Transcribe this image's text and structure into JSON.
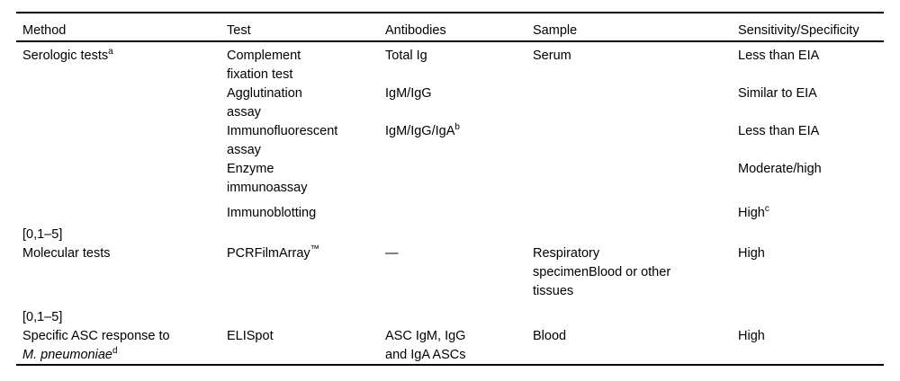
{
  "table": {
    "columns": [
      {
        "key": "method",
        "label": "Method"
      },
      {
        "key": "test",
        "label": "Test"
      },
      {
        "key": "antibodies",
        "label": "Antibodies"
      },
      {
        "key": "sample",
        "label": "Sample"
      },
      {
        "key": "sensitivity",
        "label": "Sensitivity/Specificity"
      }
    ],
    "rows": [
      {
        "method": "Serologic tests",
        "method_superscript": "a",
        "test": "Complement fixation test",
        "antibodies": "Total Ig",
        "antibodies_superscript": "",
        "sample": "Serum",
        "sensitivity": "Less than EIA",
        "sensitivity_superscript": ""
      },
      {
        "method": "",
        "method_superscript": "",
        "test": "Agglutination assay",
        "antibodies": "IgM/IgG",
        "antibodies_superscript": "",
        "sample": "",
        "sensitivity": "Similar to EIA",
        "sensitivity_superscript": ""
      },
      {
        "method": "",
        "method_superscript": "",
        "test": "Immunofluorescent assay",
        "antibodies": "IgM/IgG/IgA",
        "antibodies_superscript": "b",
        "sample": "",
        "sensitivity": "Less than EIA",
        "sensitivity_superscript": ""
      },
      {
        "method": "",
        "method_superscript": "",
        "test": "Enzyme immunoassay",
        "antibodies": "",
        "antibodies_superscript": "",
        "sample": "",
        "sensitivity": "Moderate/high",
        "sensitivity_superscript": ""
      },
      {
        "method": "",
        "method_superscript": "",
        "test": "Immunoblotting",
        "antibodies": "",
        "antibodies_superscript": "",
        "sample": "",
        "sensitivity": "High",
        "sensitivity_superscript": "c"
      },
      {
        "method": "Molecular tests",
        "method_superscript": "",
        "method_marker": "[0,1–5]",
        "test": "PCRFilmArray™",
        "antibodies": "—",
        "antibodies_superscript": "",
        "sample": "Respiratory specimenBlood or other tissues",
        "sensitivity": "High",
        "sensitivity_superscript": ""
      },
      {
        "method": "Specific ASC response to M. pneumoniae",
        "method_superscript": "d",
        "method_marker": "[0,1–5]",
        "method_italic_part": "M. pneumoniae",
        "method_plain_part": "Specific ASC response to",
        "test": "ELISpot",
        "antibodies": "ASC IgM, IgG and IgA ASCs",
        "antibodies_superscript": "",
        "sample": "Blood",
        "sensitivity": "High",
        "sensitivity_superscript": ""
      }
    ],
    "markers": {
      "marker_1": "[0,1–5]",
      "marker_2": "[0,1–5]"
    },
    "cells": {
      "r1_test_l1": "Complement",
      "r1_test_l2": "fixation test",
      "r2_test_l1": "Agglutination",
      "r2_test_l2": "assay",
      "r3_test_l1": "Immunofluorescent",
      "r3_test_l2": "assay",
      "r4_test_l1": "Enzyme",
      "r4_test_l2": "immunoassay",
      "r5_test_l1": "Immunoblotting",
      "r6_test_l1": "PCRFilmArray",
      "r6_test_tm": "™",
      "r7_test_l1": "ELISpot",
      "r1_method": "Serologic tests",
      "r6_method": "Molecular tests",
      "r7_method_l1": "Specific ASC response to",
      "r7_method_l2": "M. pneumoniae",
      "r1_ab": "Total Ig",
      "r2_ab": "IgM/IgG",
      "r3_ab": "IgM/IgG/IgA",
      "r6_ab": "—",
      "r7_ab_l1": "ASC IgM, IgG",
      "r7_ab_l2": "and IgA ASCs",
      "r1_sample": "Serum",
      "r6_sample_l1": "Respiratory",
      "r6_sample_l2": "specimenBlood or other",
      "r6_sample_l3": "tissues",
      "r7_sample": "Blood",
      "r1_sens": "Less than EIA",
      "r2_sens": "Similar to EIA",
      "r3_sens": "Less than EIA",
      "r4_sens": "Moderate/high",
      "r5_sens": "High",
      "r6_sens": "High",
      "r7_sens": "High"
    },
    "superscripts": {
      "a": "a",
      "b": "b",
      "c": "c",
      "d": "d"
    }
  },
  "colors": {
    "text": "#000000",
    "background": "#ffffff",
    "rule": "#000000"
  }
}
